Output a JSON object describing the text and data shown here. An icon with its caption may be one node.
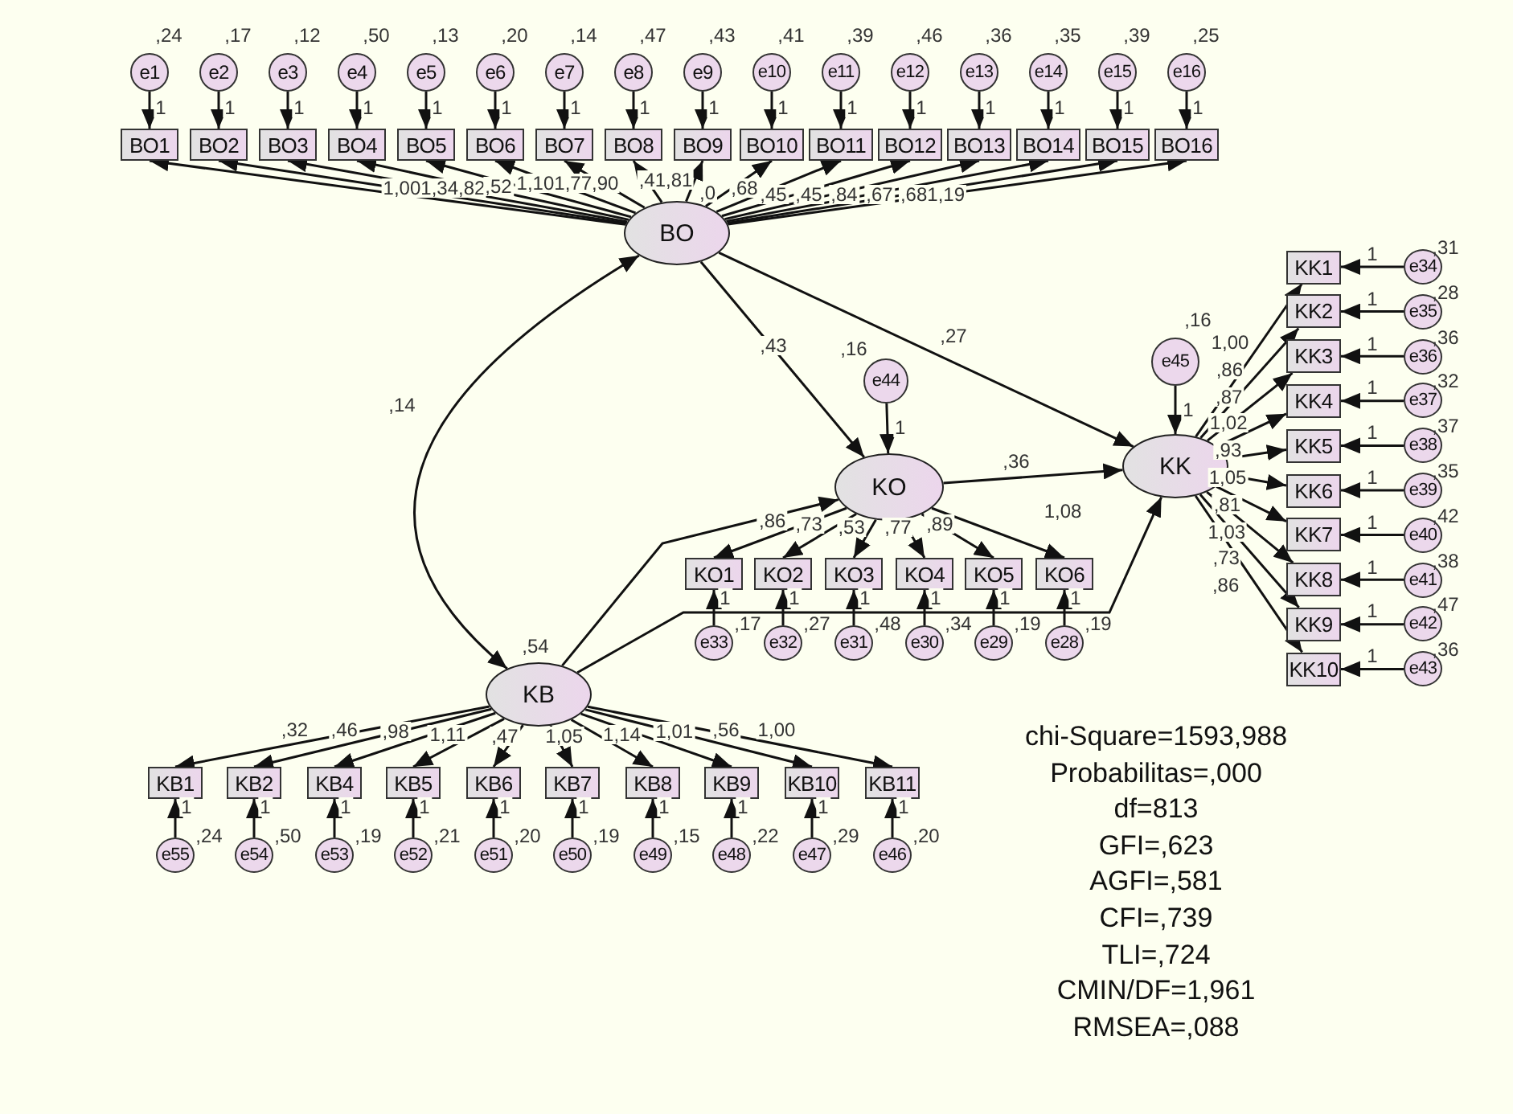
{
  "diagram": {
    "nodes": [
      {
        "text": [
          "BO"
        ]
      },
      {
        "text": [
          "KO"
        ]
      },
      {
        "text": [
          "KK"
        ]
      },
      {
        "text": [
          "KB"
        ],
        "beside": [
          ",54"
        ]
      },
      {
        "text": [
          "e44"
        ],
        "beside": [
          ",16"
        ]
      },
      {
        "text": [
          "e45"
        ],
        "beside": [
          ",16"
        ]
      },
      {
        "text": [
          "BO1"
        ]
      },
      {
        "text": [
          "BO2"
        ]
      },
      {
        "text": [
          "BO3"
        ]
      },
      {
        "text": [
          "BO4"
        ]
      },
      {
        "text": [
          "BO5"
        ]
      },
      {
        "text": [
          "BO6"
        ]
      },
      {
        "text": [
          "BO7"
        ]
      },
      {
        "text": [
          "BO8"
        ]
      },
      {
        "text": [
          "BO9"
        ]
      },
      {
        "text": [
          "BO10"
        ]
      },
      {
        "text": [
          "BO11"
        ]
      },
      {
        "text": [
          "BO12"
        ]
      },
      {
        "text": [
          "BO13"
        ]
      },
      {
        "text": [
          "BO14"
        ]
      },
      {
        "text": [
          "BO15"
        ]
      },
      {
        "text": [
          "BO16"
        ]
      },
      {
        "text": [
          "e1"
        ],
        "beside": [
          ",24"
        ]
      },
      {
        "text": [
          "e2"
        ],
        "beside": [
          ",17"
        ]
      },
      {
        "text": [
          "e3"
        ],
        "beside": [
          ",12"
        ]
      },
      {
        "text": [
          "e4"
        ],
        "beside": [
          ",50"
        ]
      },
      {
        "text": [
          "e5"
        ],
        "beside": [
          ",13"
        ]
      },
      {
        "text": [
          "e6"
        ],
        "beside": [
          ",20"
        ]
      },
      {
        "text": [
          "e7"
        ],
        "beside": [
          ",14"
        ]
      },
      {
        "text": [
          "e8"
        ],
        "beside": [
          ",47"
        ]
      },
      {
        "text": [
          "e9"
        ],
        "beside": [
          ",43"
        ]
      },
      {
        "text": [
          "e10"
        ],
        "beside": [
          ",41"
        ]
      },
      {
        "text": [
          "e11"
        ],
        "beside": [
          ",39"
        ]
      },
      {
        "text": [
          "e12"
        ],
        "beside": [
          ",46"
        ]
      },
      {
        "text": [
          "e13"
        ],
        "beside": [
          ",36"
        ]
      },
      {
        "text": [
          "e14"
        ],
        "beside": [
          ",35"
        ]
      },
      {
        "text": [
          "e15"
        ],
        "beside": [
          ",39"
        ]
      },
      {
        "text": [
          "e16"
        ],
        "beside": [
          ",25"
        ]
      },
      {
        "text": [
          "KK1"
        ]
      },
      {
        "text": [
          "KK2"
        ]
      },
      {
        "text": [
          "KK3"
        ]
      },
      {
        "text": [
          "KK4"
        ]
      },
      {
        "text": [
          "KK5"
        ]
      },
      {
        "text": [
          "KK6"
        ]
      },
      {
        "text": [
          "KK7"
        ]
      },
      {
        "text": [
          "KK8"
        ]
      },
      {
        "text": [
          "KK9"
        ]
      },
      {
        "text": [
          "KK10"
        ]
      },
      {
        "text": [
          "e34"
        ],
        "beside": [
          ",31"
        ]
      },
      {
        "text": [
          "e35"
        ],
        "beside": [
          ",28"
        ]
      },
      {
        "text": [
          "e36"
        ],
        "beside": [
          ",36"
        ]
      },
      {
        "text": [
          "e37"
        ],
        "beside": [
          ",32"
        ]
      },
      {
        "text": [
          "e38"
        ],
        "beside": [
          ",37"
        ]
      },
      {
        "text": [
          "e39"
        ],
        "beside": [
          ",35"
        ]
      },
      {
        "text": [
          "e40"
        ],
        "beside": [
          ",42"
        ]
      },
      {
        "text": [
          "e41"
        ],
        "beside": [
          ",38"
        ]
      },
      {
        "text": [
          "e42"
        ],
        "beside": [
          ",47"
        ]
      },
      {
        "text": [
          "e43"
        ],
        "beside": [
          ",36"
        ]
      },
      {
        "text": [
          "KO1"
        ]
      },
      {
        "text": [
          "KO2"
        ]
      },
      {
        "text": [
          "KO3"
        ]
      },
      {
        "text": [
          "KO4"
        ]
      },
      {
        "text": [
          "KO5"
        ]
      },
      {
        "text": [
          "KO6"
        ]
      },
      {
        "text": [
          "e33"
        ],
        "beside": [
          ",17"
        ]
      },
      {
        "text": [
          "e32"
        ],
        "beside": [
          ",27"
        ]
      },
      {
        "text": [
          "e31"
        ],
        "beside": [
          ",48"
        ]
      },
      {
        "text": [
          "e30"
        ],
        "beside": [
          ",34"
        ]
      },
      {
        "text": [
          "e29"
        ],
        "beside": [
          ",19"
        ]
      },
      {
        "text": [
          "e28"
        ],
        "beside": [
          ",19"
        ]
      },
      {
        "text": [
          "KB1"
        ]
      },
      {
        "text": [
          "KB2"
        ]
      },
      {
        "text": [
          "KB4"
        ]
      },
      {
        "text": [
          "KB5"
        ]
      },
      {
        "text": [
          "KB6"
        ]
      },
      {
        "text": [
          "KB7"
        ]
      },
      {
        "text": [
          "KB8"
        ]
      },
      {
        "text": [
          "KB9"
        ]
      },
      {
        "text": [
          "KB10"
        ]
      },
      {
        "text": [
          "KB11"
        ]
      },
      {
        "text": [
          "e55"
        ],
        "beside": [
          ",24"
        ]
      },
      {
        "text": [
          "e54"
        ],
        "beside": [
          ",50"
        ]
      },
      {
        "text": [
          "e53"
        ],
        "beside": [
          ",19"
        ]
      },
      {
        "text": [
          "e52"
        ],
        "beside": [
          ",21"
        ]
      },
      {
        "text": [
          "e51"
        ],
        "beside": [
          ",20"
        ]
      },
      {
        "text": [
          "e50"
        ],
        "beside": [
          ",19"
        ]
      },
      {
        "text": [
          "e49"
        ],
        "beside": [
          ",15"
        ]
      },
      {
        "text": [
          "e48"
        ],
        "beside": [
          ",22"
        ]
      },
      {
        "text": [
          "e47"
        ],
        "beside": [
          ",29"
        ]
      },
      {
        "text": [
          "e46"
        ],
        "beside": [
          ",20"
        ]
      }
    ],
    "edges": [
      {
        "from": 0,
        "to": 6,
        "arrow": "to"
      },
      {
        "from": 0,
        "to": 7,
        "arrow": "to"
      },
      {
        "from": 0,
        "to": 8,
        "arrow": "to"
      },
      {
        "from": 0,
        "to": 9,
        "arrow": "to"
      },
      {
        "from": 0,
        "to": 10,
        "arrow": "to"
      },
      {
        "from": 0,
        "to": 11,
        "arrow": "to"
      },
      {
        "from": 0,
        "to": 12,
        "arrow": "to"
      },
      {
        "from": 0,
        "to": 13,
        "arrow": "to"
      },
      {
        "from": 0,
        "to": 14,
        "arrow": "to"
      },
      {
        "from": 0,
        "to": 15,
        "arrow": "to"
      },
      {
        "from": 0,
        "to": 16,
        "arrow": "to"
      },
      {
        "from": 0,
        "to": 17,
        "arrow": "to"
      },
      {
        "from": 0,
        "to": 18,
        "arrow": "to"
      },
      {
        "from": 0,
        "to": 19,
        "arrow": "to"
      },
      {
        "from": 0,
        "to": 20,
        "arrow": "to"
      },
      {
        "from": 0,
        "to": 21,
        "arrow": "to"
      },
      {
        "from": 22,
        "to": 6,
        "arrow": "to",
        "label": "1"
      },
      {
        "from": 23,
        "to": 7,
        "arrow": "to",
        "label": "1"
      },
      {
        "from": 24,
        "to": 8,
        "arrow": "to",
        "label": "1"
      },
      {
        "from": 25,
        "to": 9,
        "arrow": "to",
        "label": "1"
      },
      {
        "from": 26,
        "to": 10,
        "arrow": "to",
        "label": "1"
      },
      {
        "from": 27,
        "to": 11,
        "arrow": "to",
        "label": "1"
      },
      {
        "from": 28,
        "to": 12,
        "arrow": "to",
        "label": "1"
      },
      {
        "from": 29,
        "to": 13,
        "arrow": "to",
        "label": "1"
      },
      {
        "from": 30,
        "to": 14,
        "arrow": "to",
        "label": "1"
      },
      {
        "from": 31,
        "to": 15,
        "arrow": "to",
        "label": "1"
      },
      {
        "from": 32,
        "to": 16,
        "arrow": "to",
        "label": "1"
      },
      {
        "from": 33,
        "to": 17,
        "arrow": "to",
        "label": "1"
      },
      {
        "from": 34,
        "to": 18,
        "arrow": "to",
        "label": "1"
      },
      {
        "from": 35,
        "to": 19,
        "arrow": "to",
        "label": "1"
      },
      {
        "from": 36,
        "to": 20,
        "arrow": "to",
        "label": "1"
      },
      {
        "from": 37,
        "to": 21,
        "arrow": "to",
        "label": "1"
      },
      {
        "from": 2,
        "to": 38,
        "arrow": "to",
        "label": "1,00"
      },
      {
        "from": 2,
        "to": 39,
        "arrow": "to",
        "label": ",86"
      },
      {
        "from": 2,
        "to": 40,
        "arrow": "to",
        "label": ",87"
      },
      {
        "from": 2,
        "to": 41,
        "arrow": "to",
        "label": "1,02"
      },
      {
        "from": 2,
        "to": 42,
        "arrow": "to",
        "label": ",93"
      },
      {
        "from": 2,
        "to": 43,
        "arrow": "to",
        "label": "1,05"
      },
      {
        "from": 2,
        "to": 44,
        "arrow": "to",
        "label": ",81"
      },
      {
        "from": 2,
        "to": 45,
        "arrow": "to",
        "label": "1,03"
      },
      {
        "from": 2,
        "to": 46,
        "arrow": "to",
        "label": ",73"
      },
      {
        "from": 2,
        "to": 47,
        "arrow": "to",
        "label": ",86"
      },
      {
        "from": 48,
        "to": 38,
        "arrow": "to",
        "label": "1"
      },
      {
        "from": 49,
        "to": 39,
        "arrow": "to",
        "label": "1"
      },
      {
        "from": 50,
        "to": 40,
        "arrow": "to",
        "label": "1"
      },
      {
        "from": 51,
        "to": 41,
        "arrow": "to",
        "label": "1"
      },
      {
        "from": 52,
        "to": 42,
        "arrow": "to",
        "label": "1"
      },
      {
        "from": 53,
        "to": 43,
        "arrow": "to",
        "label": "1"
      },
      {
        "from": 54,
        "to": 44,
        "arrow": "to",
        "label": "1"
      },
      {
        "from": 55,
        "to": 45,
        "arrow": "to",
        "label": "1"
      },
      {
        "from": 56,
        "to": 46,
        "arrow": "to",
        "label": "1"
      },
      {
        "from": 57,
        "to": 47,
        "arrow": "to",
        "label": "1"
      },
      {
        "from": 1,
        "to": 58,
        "arrow": "to",
        "label": ",86"
      },
      {
        "from": 1,
        "to": 59,
        "arrow": "to",
        "label": ",73"
      },
      {
        "from": 1,
        "to": 60,
        "arrow": "to",
        "label": ",53"
      },
      {
        "from": 1,
        "to": 61,
        "arrow": "to",
        "label": ",77"
      },
      {
        "from": 1,
        "to": 62,
        "arrow": "to",
        "label": ",89"
      },
      {
        "from": 1,
        "to": 63,
        "arrow": "to"
      },
      {
        "from": 64,
        "to": 58,
        "arrow": "to",
        "label": "1"
      },
      {
        "from": 65,
        "to": 59,
        "arrow": "to",
        "label": "1"
      },
      {
        "from": 66,
        "to": 60,
        "arrow": "to",
        "label": "1"
      },
      {
        "from": 67,
        "to": 61,
        "arrow": "to",
        "label": "1"
      },
      {
        "from": 68,
        "to": 62,
        "arrow": "to",
        "label": "1"
      },
      {
        "from": 69,
        "to": 63,
        "arrow": "to",
        "label": "1"
      },
      {
        "from": 3,
        "to": 70,
        "arrow": "to",
        "label": ",32"
      },
      {
        "from": 3,
        "to": 71,
        "arrow": "to",
        "label": ",46"
      },
      {
        "from": 3,
        "to": 72,
        "arrow": "to",
        "label": ",98"
      },
      {
        "from": 3,
        "to": 73,
        "arrow": "to",
        "label": "1,11"
      },
      {
        "from": 3,
        "to": 74,
        "arrow": "to",
        "label": ",47"
      },
      {
        "from": 3,
        "to": 75,
        "arrow": "to",
        "label": "1,05"
      },
      {
        "from": 3,
        "to": 76,
        "arrow": "to",
        "label": "1,14"
      },
      {
        "from": 3,
        "to": 77,
        "arrow": "to",
        "label": "1,01"
      },
      {
        "from": 3,
        "to": 78,
        "arrow": "to",
        "label": ",56"
      },
      {
        "from": 3,
        "to": 79,
        "arrow": "to",
        "label": "1,00"
      },
      {
        "from": 80,
        "to": 70,
        "arrow": "to",
        "label": "1"
      },
      {
        "from": 81,
        "to": 71,
        "arrow": "to",
        "label": "1"
      },
      {
        "from": 82,
        "to": 72,
        "arrow": "to",
        "label": "1"
      },
      {
        "from": 83,
        "to": 73,
        "arrow": "to",
        "label": "1"
      },
      {
        "from": 84,
        "to": 74,
        "arrow": "to",
        "label": "1"
      },
      {
        "from": 85,
        "to": 75,
        "arrow": "to",
        "label": "1"
      },
      {
        "from": 86,
        "to": 76,
        "arrow": "to",
        "label": "1"
      },
      {
        "from": 87,
        "to": 77,
        "arrow": "to",
        "label": "1"
      },
      {
        "from": 88,
        "to": 78,
        "arrow": "to",
        "label": "1"
      },
      {
        "from": 89,
        "to": 79,
        "arrow": "to",
        "label": "1"
      },
      {
        "from": 4,
        "to": 1,
        "arrow": "to",
        "label": "1"
      },
      {
        "from": 5,
        "to": 2,
        "arrow": "to",
        "label": "1"
      },
      {
        "from": 0,
        "to": 1,
        "arrow": "to",
        "label": ",43"
      },
      {
        "from": 0,
        "to": 2,
        "arrow": "to",
        "label": ",27"
      },
      {
        "from": 1,
        "to": 2,
        "arrow": "to",
        "label": ",36"
      },
      {
        "from": 3,
        "to": 1,
        "arrow": "to"
      },
      {
        "from": 3,
        "to": 2,
        "arrow": "to",
        "label": "1,08"
      },
      {
        "from": 0,
        "to": 3,
        "arrow": "both",
        "label": ",14"
      }
    ],
    "labels": [
      "1,001,34,82",
      ",52",
      "1,101,77,90",
      ",41,81",
      ",0",
      ",68",
      ",45",
      ",45",
      ",84",
      ",67",
      ",681,19",
      "chi-Square=1593,988",
      "Probabilitas=,000",
      "df=813",
      "GFI=,623",
      "AGFI=,581",
      "CFI=,739",
      "TLI=,724",
      "CMIN/DF=1,961",
      "RMSEA=,088"
    ]
  }
}
